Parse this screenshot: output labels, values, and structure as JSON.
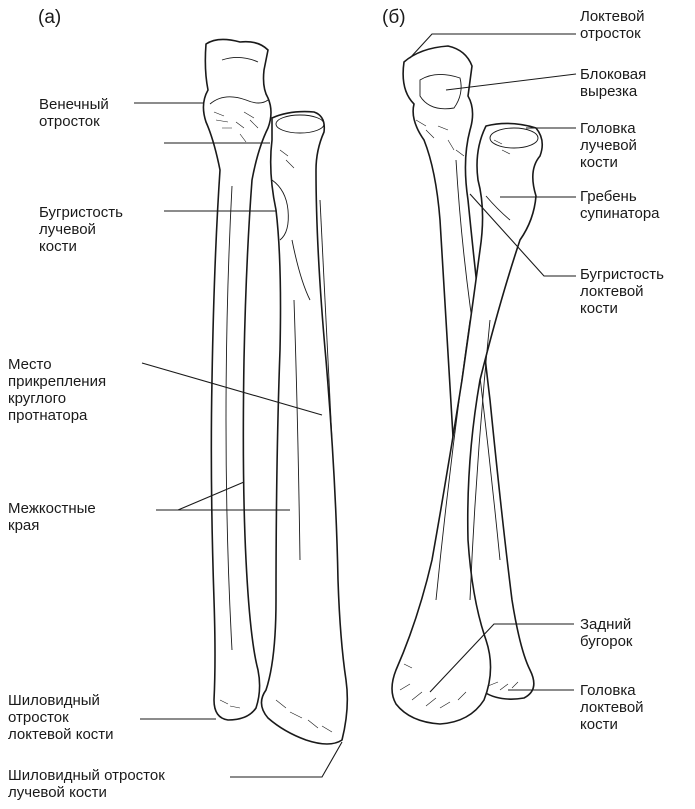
{
  "panels": {
    "a": "(а)",
    "b": "(б)"
  },
  "labels_a": {
    "coronoid": [
      "Венечный",
      "отросток"
    ],
    "radial_tuberosity": [
      "Бугристость",
      "лучевой",
      "кости"
    ],
    "pronator_site": [
      "Место",
      "прикрепления",
      "круглого",
      "протнатора"
    ],
    "interosseous": [
      "Межкостные",
      "края"
    ],
    "ulna_styloid": [
      "Шиловидный",
      "отросток",
      "локтевой кости"
    ],
    "radius_styloid": [
      "Шиловидный отросток",
      "лучевой кости"
    ]
  },
  "labels_b": {
    "olecranon": [
      "Локтевой",
      "отросток"
    ],
    "trochlear_notch": [
      "Блоковая",
      "вырезка"
    ],
    "radial_head": [
      "Головка",
      "лучевой",
      "кости"
    ],
    "supinator_crest": [
      "Гребень",
      "супинатора"
    ],
    "ulnar_tuberosity": [
      "Бугристость",
      "локтевой",
      "кости"
    ],
    "dorsal_tubercle": [
      "Задний",
      "бугорок"
    ],
    "ulnar_head": [
      "Головка",
      "локтевой",
      "кости"
    ]
  }
}
